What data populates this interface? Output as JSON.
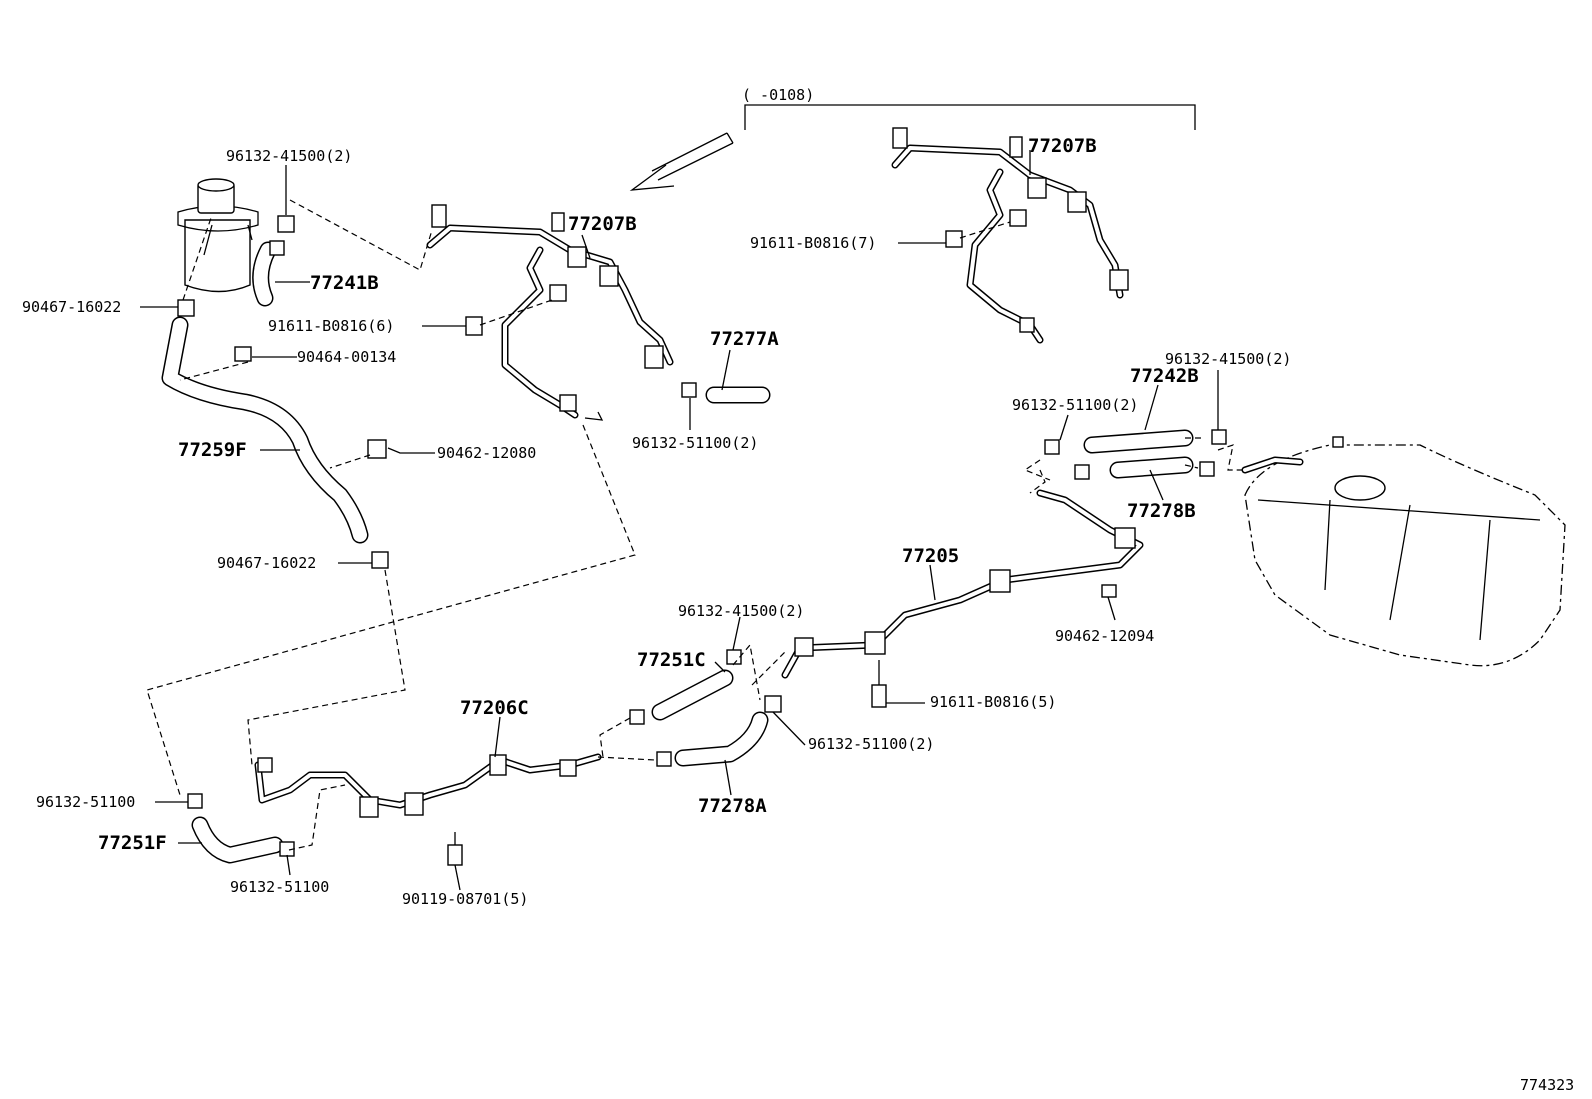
{
  "diagram": {
    "range_note": "(    -0108)",
    "figure_number": "774323",
    "labels": {
      "p_96132_41500_a": "96132-41500(2)",
      "p_77241B": "77241B",
      "p_90467_16022_a": "90467-16022",
      "p_91611_B0816_6": "91611-B0816(6)",
      "p_90464_00134": "90464-00134",
      "p_77259F": "77259F",
      "p_90462_12080": "90462-12080",
      "p_90467_16022_b": "90467-16022",
      "p_77207B_a": "77207B",
      "p_77277A": "77277A",
      "p_96132_51100_a": "96132-51100(2)",
      "p_77207B_b": "77207B",
      "p_91611_B0816_7": "91611-B0816(7)",
      "p_96132_41500_b": "96132-41500(2)",
      "p_77242B": "77242B",
      "p_96132_51100_b": "96132-51100(2)",
      "p_77278B": "77278B",
      "p_77205": "77205",
      "p_90462_12094": "90462-12094",
      "p_96132_41500_c": "96132-41500(2)",
      "p_77251C": "77251C",
      "p_91611_B0816_5": "91611-B0816(5)",
      "p_96132_51100_c": "96132-51100(2)",
      "p_77206C": "77206C",
      "p_77278A": "77278A",
      "p_96132_51100_d": "96132-51100",
      "p_77251F": "77251F",
      "p_96132_51100_e": "96132-51100",
      "p_90119_08701": "90119-08701(5)"
    }
  }
}
